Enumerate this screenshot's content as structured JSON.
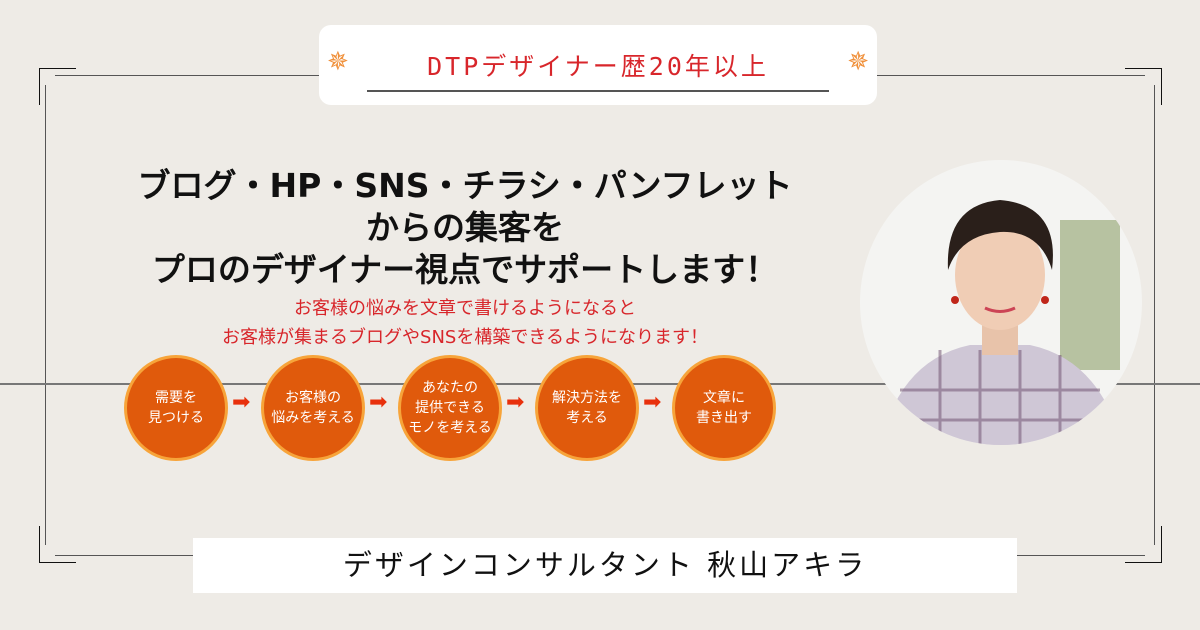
{
  "badge": {
    "text": "DTPデザイナー歴20年以上",
    "icon": "sparkle-star-icon"
  },
  "headline": {
    "line1": "ブログ・HP・SNS・チラシ・パンフレット",
    "line2": "からの集客を",
    "line3": "プロのデザイナー視点でサポートします！"
  },
  "subtext": {
    "line1": "お客様の悩みを文章で書けるようになると",
    "line2": "お客様が集まるブログやSNSを構築できるようになります！"
  },
  "steps": [
    {
      "label": "需要を\n見つける"
    },
    {
      "label": "お客様の\n悩みを考える"
    },
    {
      "label": "あなたの\n提供できる\nモノを考える"
    },
    {
      "label": "解決方法を\n考える"
    },
    {
      "label": "文章に\n書き出す"
    }
  ],
  "name": "デザインコンサルタント 秋山アキラ",
  "colors": {
    "accent_red": "#d8262b",
    "step_orange": "#e05a0c",
    "step_border": "#f7a43a",
    "background": "#eeebe6"
  }
}
